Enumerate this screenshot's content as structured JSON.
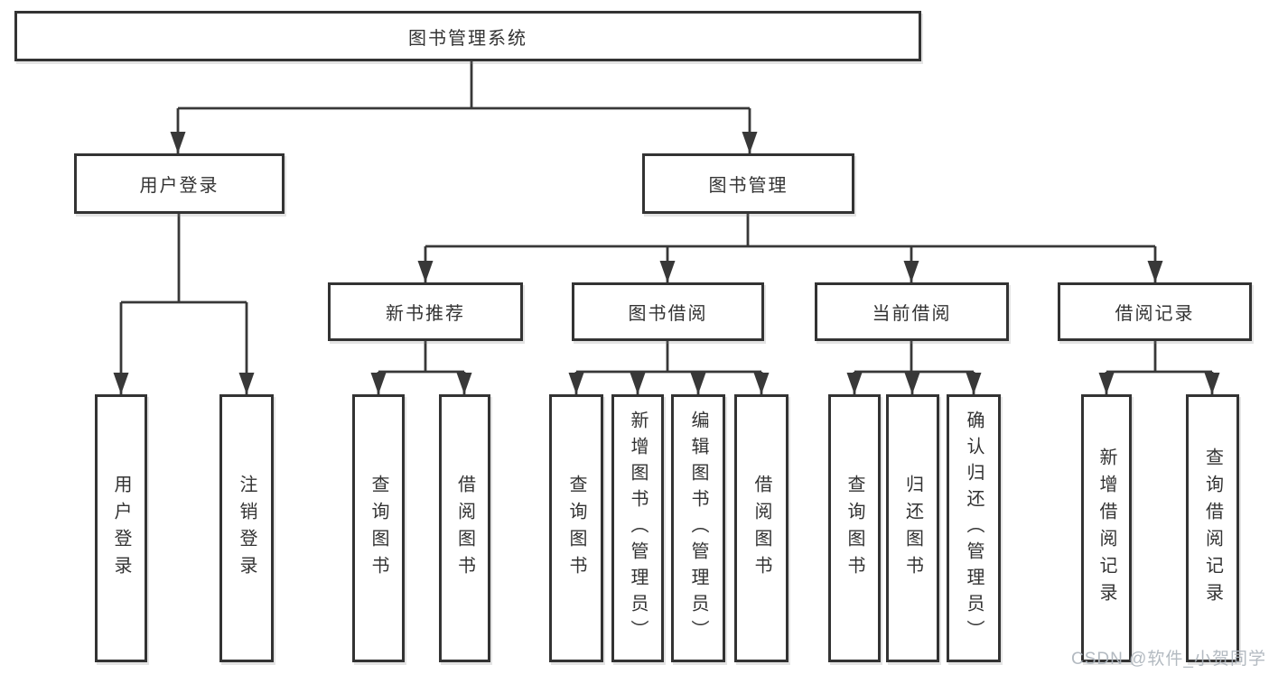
{
  "diagram": {
    "type": "tree",
    "root": {
      "label": "图书管理系统"
    },
    "branches": [
      {
        "label": "用户登录",
        "children": [
          {
            "label": "用户登录"
          },
          {
            "label": "注销登录"
          }
        ]
      },
      {
        "label": "图书管理",
        "children": [
          {
            "label": "新书推荐",
            "children": [
              {
                "label": "查询图书"
              },
              {
                "label": "借阅图书"
              }
            ]
          },
          {
            "label": "图书借阅",
            "children": [
              {
                "label": "查询图书"
              },
              {
                "label": "新增图书（管理员）"
              },
              {
                "label": "编辑图书（管理员）"
              },
              {
                "label": "借阅图书"
              }
            ]
          },
          {
            "label": "当前借阅",
            "children": [
              {
                "label": "查询图书"
              },
              {
                "label": "归还图书"
              },
              {
                "label": "确认归还（管理员）"
              }
            ]
          },
          {
            "label": "借阅记录",
            "children": [
              {
                "label": "新增借阅记录"
              },
              {
                "label": "查询借阅记录"
              }
            ]
          }
        ]
      }
    ]
  },
  "watermark": {
    "text": "CSDN @软件_小贺同学"
  },
  "colors": {
    "line": "#383838",
    "box_border": "#333333",
    "text": "#333333",
    "background": "#ffffff",
    "watermark": "#acb4bc"
  }
}
